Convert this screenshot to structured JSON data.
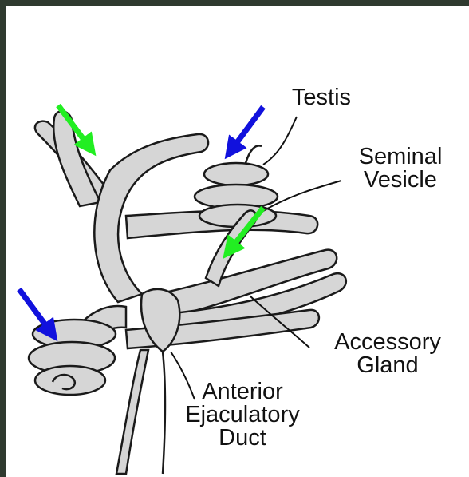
{
  "labels": {
    "testis": "Testis",
    "seminal_vesicle": [
      "Seminal",
      "Vesicle"
    ],
    "accessory_gland": [
      "Accessory",
      "Gland"
    ],
    "anterior_ejaculatory_duct": [
      "Anterior",
      "Ejaculatory",
      "Duct"
    ]
  },
  "colors": {
    "frame": "#2f3a2f",
    "background": "#ffffff",
    "outline": "#1a1a1a",
    "tissue_fill": "#d6d6d6",
    "green_arrow": "#22ee22",
    "blue_arrow": "#1111dd"
  },
  "arrows": [
    {
      "color": "green",
      "points_to": "accessory-gland-tubule"
    },
    {
      "color": "green",
      "points_to": "seminal-vesicle"
    },
    {
      "color": "blue",
      "points_to": "testis"
    },
    {
      "color": "blue",
      "points_to": "testis"
    }
  ]
}
